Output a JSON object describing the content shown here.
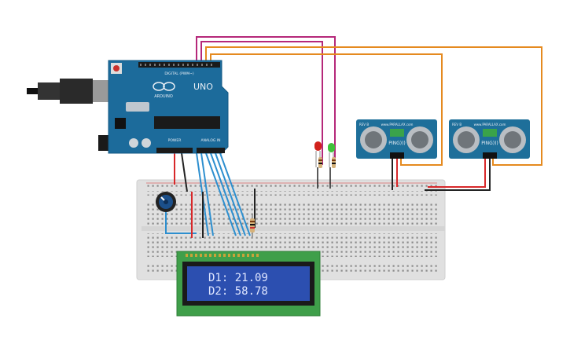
{
  "colors": {
    "arduino_board": "#1c6b9b",
    "breadboard": "#e2e2e2",
    "lcd_pcb": "#3f9f4a",
    "lcd_screen": "#2c4fb0",
    "lcd_text": "#dfe6ff",
    "wire_magenta": "#b5287a",
    "wire_orange": "#e58a1f",
    "wire_blue": "#2d8fcf",
    "wire_red": "#d8282a",
    "wire_black": "#222222",
    "sensor_board": "#1e6f9a",
    "led_red": "#d1221c",
    "led_green": "#3fc13a"
  },
  "arduino": {
    "model": "UNO",
    "brand": "ARDUINO",
    "digital_header": "DIGITAL (PWM~)",
    "power_header": "POWER",
    "analog_header": "ANALOG IN"
  },
  "sensors": [
    {
      "name": "PING))) ",
      "site": "www.PARALLAX.com",
      "rev": "REV B"
    },
    {
      "name": "PING))) ",
      "site": "www.PARALLAX.com",
      "rev": "REV B"
    }
  ],
  "lcd": {
    "line1": "D1: 21.09",
    "line2": "D2: 58.78"
  },
  "components": {
    "potentiometer": "potentiometer",
    "resistor": "resistor",
    "usb": "usb-connector",
    "power_jack": "dc-power-jack"
  }
}
